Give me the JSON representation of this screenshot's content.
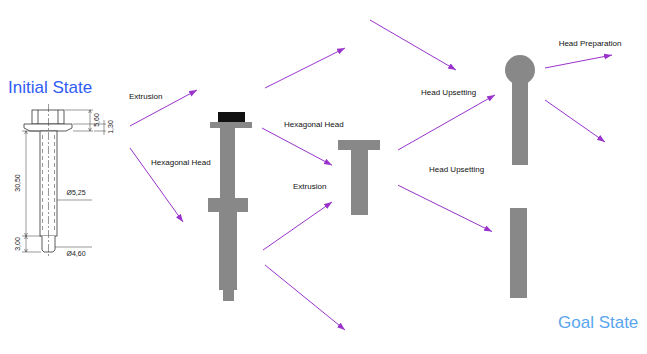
{
  "diagram": {
    "nodes": [
      {
        "text": [
          "Initial State"
        ]
      },
      {
        "text": []
      },
      {
        "text": []
      },
      {
        "text": []
      },
      {
        "text": []
      },
      {
        "text": [
          "Goal State"
        ]
      }
    ],
    "edges": [
      {
        "from": 0,
        "to": 1,
        "arrow": "to",
        "label": "Extrusion"
      },
      {
        "from": 0,
        "to": 2,
        "arrow": "to",
        "label": "Hexagonal Head"
      },
      {
        "from": 1,
        "to": 3,
        "arrow": "to",
        "label": "Hexagonal Head"
      },
      {
        "from": 2,
        "to": 3,
        "arrow": "to",
        "label": "Extrusion"
      },
      {
        "from": 3,
        "to": 4,
        "arrow": "to",
        "label": "Head Upsetting"
      },
      {
        "from": 3,
        "to": 5,
        "arrow": "to",
        "label": "Head Upsetting"
      }
    ],
    "labels": [
      "5,60",
      "1,30",
      "30,50",
      "Ø5,25",
      "3,00",
      "Ø4,60",
      "Head Preparation"
    ]
  }
}
